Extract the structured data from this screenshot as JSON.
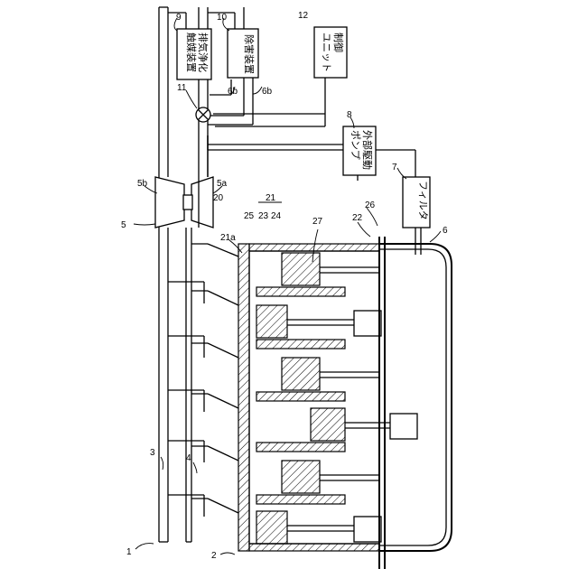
{
  "boxes": {
    "exhaust_catalyst": [
      "排気浄化",
      "触媒装置"
    ],
    "removal_device": [
      "除害装置"
    ],
    "control_unit": [
      "制御",
      "ユニット"
    ],
    "external_pump": [
      "外部駆動",
      "ポンプ"
    ],
    "filter": [
      "フィルタ"
    ]
  },
  "refs": {
    "r1": "1",
    "r2": "2",
    "r3": "3",
    "r4": "4",
    "r5": "5",
    "r5a": "5a",
    "r5b": "5b",
    "r6": "6",
    "r6b_left": "6b",
    "r6b_right": "6b",
    "r7": "7",
    "r8": "8",
    "r9": "9",
    "r10": "10",
    "r11": "11",
    "r12": "12",
    "r20": "20",
    "r21": "21",
    "r21a": "21a",
    "r22": "22",
    "r23": "23",
    "r24": "24",
    "r25": "25",
    "r26": "26",
    "r27": "27"
  }
}
